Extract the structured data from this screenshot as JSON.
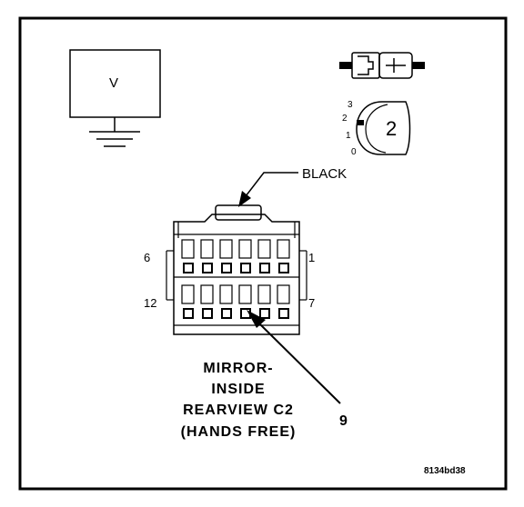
{
  "meter": {
    "label": "V"
  },
  "connector": {
    "color_label": "BLACK",
    "pin_top_left": "6",
    "pin_top_right": "1",
    "pin_bottom_left": "12",
    "pin_bottom_right": "7",
    "callout_pin": "9"
  },
  "title_lines": [
    "MIRROR-",
    "INSIDE",
    "REARVIEW C2",
    "(HANDS FREE)"
  ],
  "view_icon": {
    "numbers": [
      "3",
      "2",
      "1",
      "0"
    ],
    "number_label": "2"
  },
  "figure_code": "8134bd38"
}
